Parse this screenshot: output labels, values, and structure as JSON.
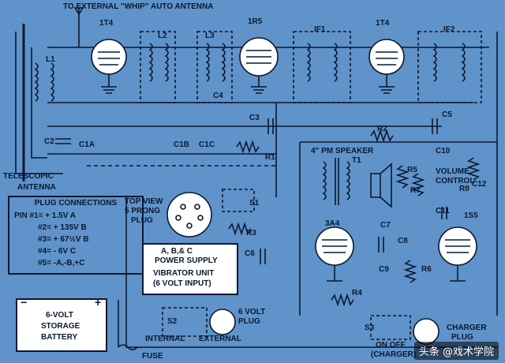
{
  "labels": {
    "external_antenna": "TO EXTERNAL \"WHIP\" AUTO ANTENNA",
    "telescopic": "TELESCOPIC",
    "antenna": "ANTENNA",
    "tube1": "1T4",
    "tube2": "1R5",
    "tube3": "1T4",
    "tube4": "3A4",
    "tube5": "1S5",
    "l1": "L1",
    "l2": "L2",
    "l3": "L3",
    "if1": "IF1",
    "if2": "IF2",
    "c1a": "C1A",
    "c1b": "C1B",
    "c1c": "C1C",
    "c2": "C2",
    "c3": "C3",
    "c4": "C4",
    "c5": "C5",
    "c6": "C6",
    "c7": "C7",
    "c8": "C8",
    "c9": "C9",
    "c10": "C10",
    "c11": "C11",
    "c12": "C12",
    "r1": "R1",
    "r2": "R2",
    "r3": "R3",
    "r4": "R4",
    "r5": "R5",
    "r6": "R6",
    "r7": "R7",
    "r8": "R8",
    "t1": "T1",
    "s1": "S1",
    "s2": "S2",
    "s3": "S3",
    "speaker": "4\" PM SPEAKER",
    "volume": "VOLUME",
    "control": "CONTROL",
    "top_view_1": "TOP VIEW",
    "top_view_2": "5 PRONG",
    "top_view_3": "PLUG",
    "abc": "A, B,& C",
    "internal": "INTERNAL",
    "external": "EXTERNAL",
    "fuse": "FUSE",
    "six_volt_plug_1": "6 VOLT",
    "six_volt_plug_2": "PLUG",
    "charger_plug_1": "CHARGER",
    "charger_plug_2": "PLUG",
    "on_off": "ON  OFF",
    "charger_paren": "(CHARGER)"
  },
  "plug_connections": {
    "title": "PLUG  CONNECTIONS",
    "rows": [
      "PIN  #1= + 1.5V  A",
      "#2= + 135V  B",
      "#3= + 67½V  B",
      "#4=  - 6V  C",
      "#5= -A,-B,+C"
    ]
  },
  "power_supply": {
    "line1": "POWER SUPPLY",
    "line2": "VIBRATOR UNIT",
    "line3": "(6 VOLT INPUT)"
  },
  "battery": {
    "line1": "6-VOLT",
    "line2": "STORAGE",
    "line3": "BATTERY",
    "minus": "−",
    "plus": "+"
  },
  "watermark": "头条 @戏术学院",
  "colors": {
    "background": "#5f93c9",
    "ink": "#0b1830",
    "paper": "#ffffff"
  }
}
